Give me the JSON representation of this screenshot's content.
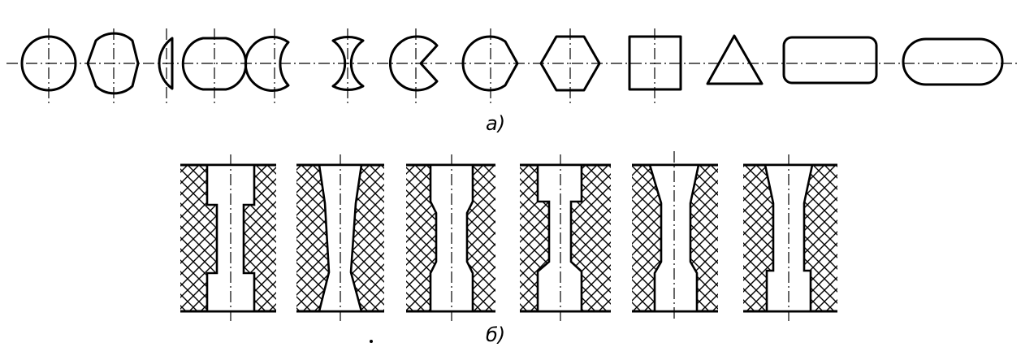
{
  "figure": {
    "part_a_label": "а)",
    "part_b_label": "б)",
    "part_a_sections": [
      "circle",
      "circle-two-flats",
      "circle-segment",
      "circle-four-flats-cut",
      "circle-one-concave-side",
      "double-concave",
      "circle-notched",
      "circle-one-flat",
      "hexagon",
      "square",
      "triangle",
      "rounded-rectangle",
      "obround"
    ],
    "part_b_dies": [
      "cylindrical-bore-with-counterbores",
      "tapered-bore-double-cone",
      "bore-with-chamfered-steps",
      "stepped-bore-with-entry-and-exit",
      "conical-entry-bore",
      "conical-entry-flat-exit"
    ],
    "colors": {
      "ink": "#000000",
      "paper": "#ffffff"
    }
  }
}
